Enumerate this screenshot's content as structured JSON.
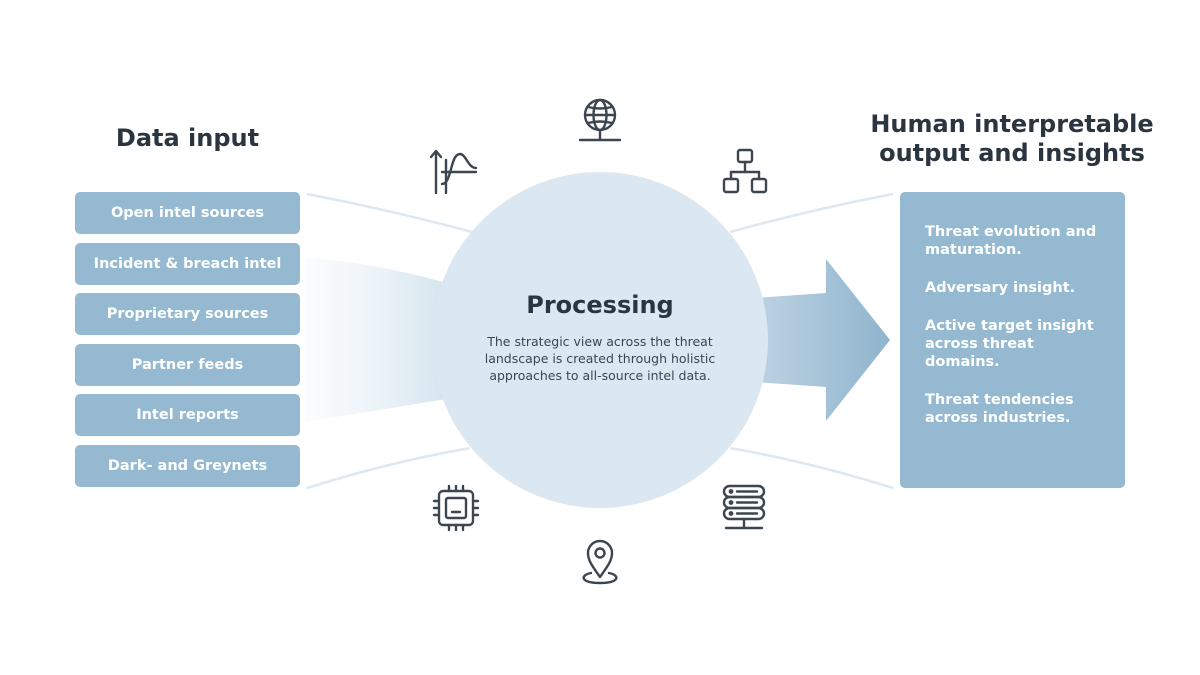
{
  "input": {
    "title": "Data input",
    "items": [
      "Open intel sources",
      "Incident & breach intel",
      "Proprietary sources",
      "Partner feeds",
      "Intel reports",
      "Dark- and Greynets"
    ]
  },
  "processing": {
    "title": "Processing",
    "description": "The strategic view across the threat landscape is created through holistic approaches to all-source intel data."
  },
  "output": {
    "title": "Human interpretable\noutput and insights",
    "items": [
      "Threat evolution and maturation.",
      "Adversary insight.",
      "Active target insight across threat domains.",
      "Threat tendencies across industries."
    ]
  },
  "icons": [
    "globe-icon",
    "trend-chart-icon",
    "network-hierarchy-icon",
    "cpu-chip-icon",
    "server-stack-icon",
    "location-pin-icon"
  ],
  "colors": {
    "box": "#95b9d1",
    "circle": "#dbe8f1",
    "heading": "#2b3540",
    "connector": "#dde8f0",
    "icon": "#3c4650"
  }
}
